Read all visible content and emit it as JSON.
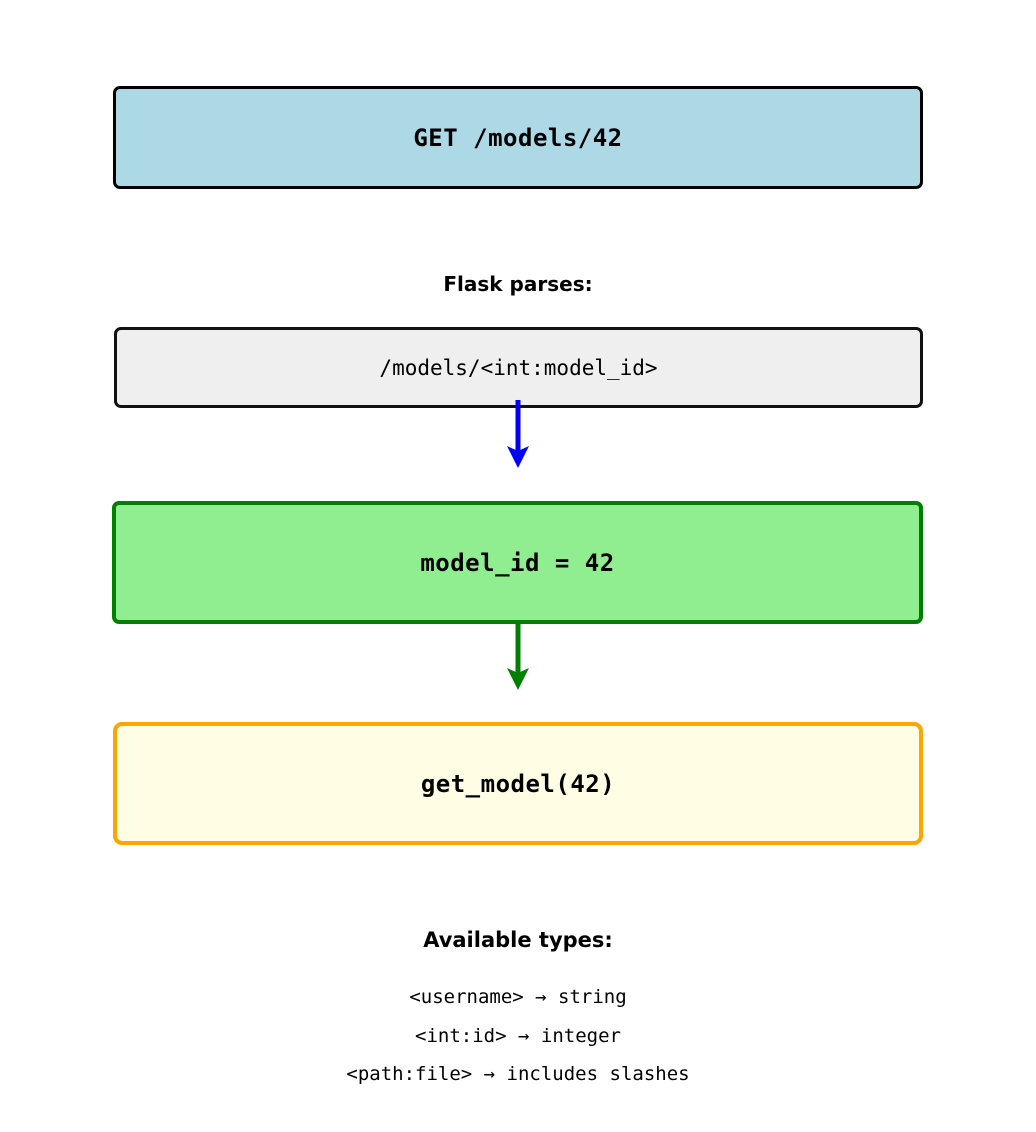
{
  "diagram": {
    "title": "Flask URL route parameter parsing flow",
    "nodes": {
      "request": {
        "label": "GET /models/42",
        "fill": "#add8e6",
        "border": "#000000"
      },
      "route_pattern": {
        "label": "/models/<int:model_id>",
        "fill": "#efefef",
        "border": "#111111"
      },
      "parsed_variable": {
        "label": "model_id = 42",
        "fill": "#90ee90",
        "border": "#008000"
      },
      "handler_call": {
        "label": "get_model(42)",
        "fill": "#fffde4",
        "border": "#ffa500"
      }
    },
    "captions": {
      "flask_parses": "Flask parses:",
      "available_types": "Available types:"
    },
    "arrows": [
      {
        "name": "parse-arrow",
        "color": "#0000ff",
        "from": "route_pattern",
        "to": "parsed_variable"
      },
      {
        "name": "dispatch-arrow",
        "color": "#008000",
        "from": "parsed_variable",
        "to": "handler_call"
      }
    ],
    "types": [
      "<username> → string",
      "<int:id> → integer",
      "<path:file> → includes slashes"
    ]
  }
}
